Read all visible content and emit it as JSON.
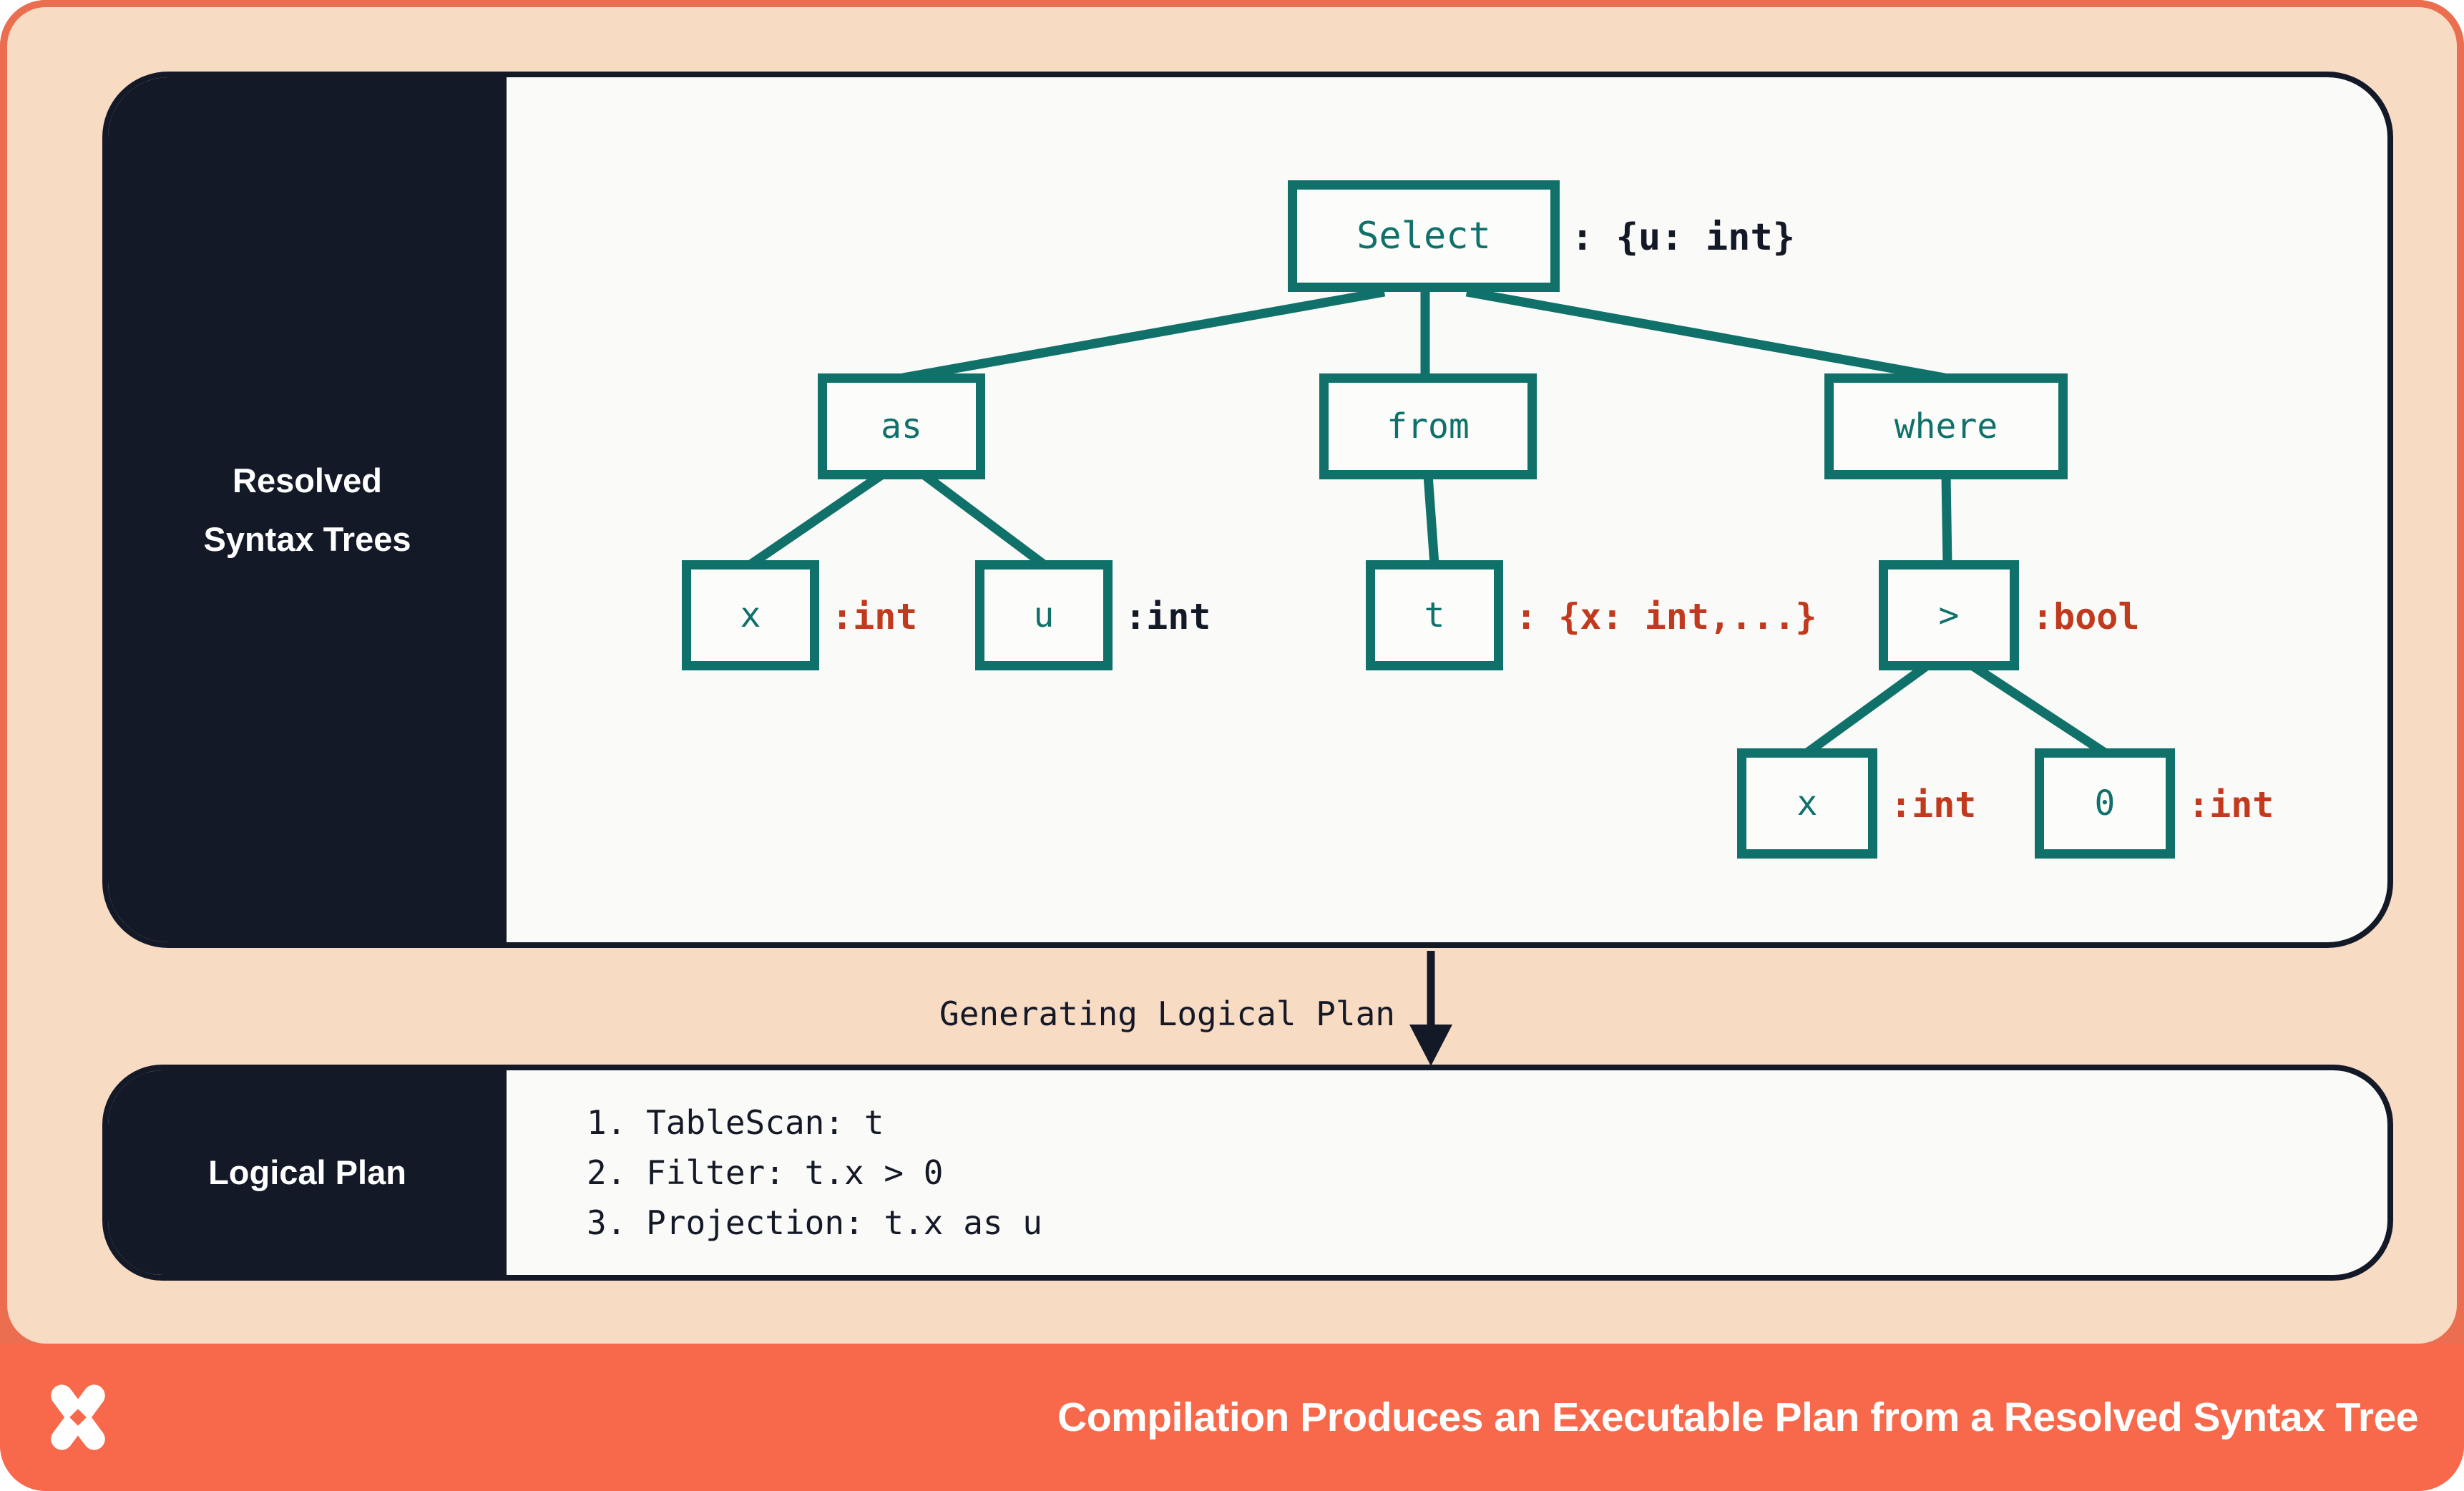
{
  "colors": {
    "coral": "#F8684A",
    "coral_border": "#EB6E50",
    "peach": "#F8DBC3",
    "navy": "#141927",
    "teal": "#10716A",
    "red": "#C23A1D",
    "card_bg": "#FAFAF8"
  },
  "panels": {
    "rst": {
      "label_line1": "Resolved",
      "label_line2": "Syntax Trees"
    },
    "lp": {
      "label": "Logical Plan",
      "steps": [
        "1. TableScan: t",
        "2. Filter: t.x > 0",
        "3. Projection: t.x as u"
      ]
    }
  },
  "tree": {
    "nodes": {
      "select": {
        "label": "Select",
        "annotation": ": {u: int}"
      },
      "as": {
        "label": "as"
      },
      "from": {
        "label": "from"
      },
      "where": {
        "label": "where"
      },
      "x1": {
        "label": "x",
        "annotation": ":int"
      },
      "u": {
        "label": "u",
        "annotation": ":int"
      },
      "t": {
        "label": "t",
        "annotation": ": {x: int,...}"
      },
      "gt": {
        "label": ">",
        "annotation": ":bool"
      },
      "x2": {
        "label": "x",
        "annotation": ":int"
      },
      "zero": {
        "label": "0",
        "annotation": ":int"
      }
    }
  },
  "transition": {
    "label": "Generating Logical Plan"
  },
  "footer": {
    "title": "Compilation Produces an Executable Plan from a Resolved Syntax Tree",
    "logo": "x-pinwheel-logo"
  }
}
